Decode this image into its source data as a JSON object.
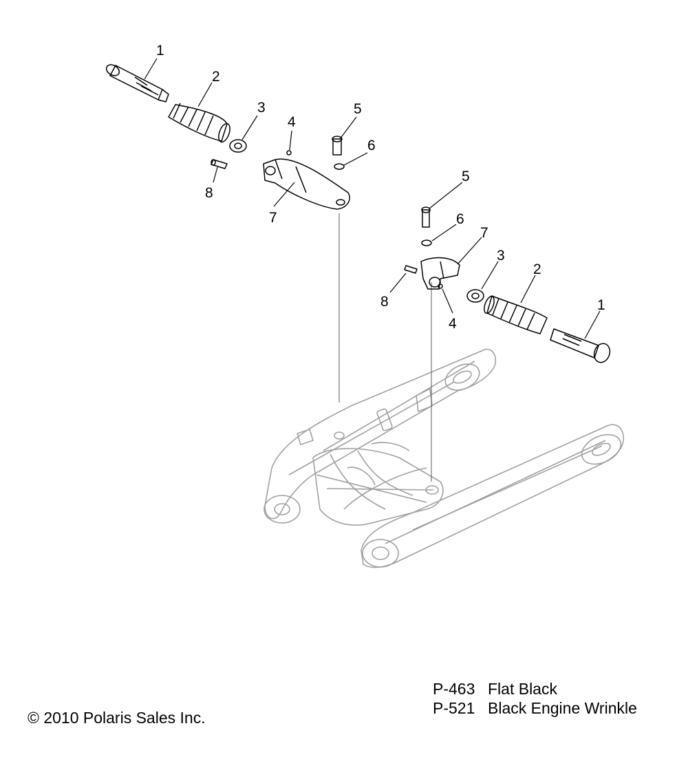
{
  "callouts": {
    "c1a": "1",
    "c2a": "2",
    "c3a": "3",
    "c4a": "4",
    "c5a": "5",
    "c6a": "6",
    "c7a": "7",
    "c8a": "8",
    "c1b": "1",
    "c2b": "2",
    "c3b": "3",
    "c4b": "4",
    "c5b": "5",
    "c6b": "6",
    "c7b": "7",
    "c8b": "8"
  },
  "paint_codes": [
    {
      "code": "P-463",
      "name": "Flat Black"
    },
    {
      "code": "P-521",
      "name": "Black Engine Wrinkle"
    }
  ],
  "copyright": "© 2010 Polaris Sales Inc.",
  "colors": {
    "line": "#000000",
    "ghost_part": "#a0a0a0"
  }
}
